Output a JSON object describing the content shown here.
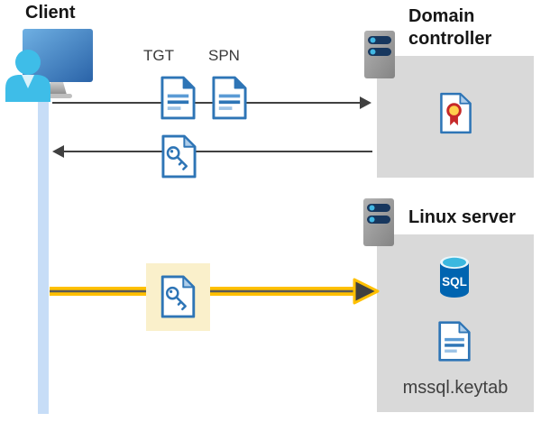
{
  "client": {
    "label": "Client"
  },
  "domain_controller": {
    "label": "Domain controller"
  },
  "linux_server": {
    "label": "Linux server"
  },
  "tickets": {
    "tgt": "TGT",
    "spn": "SPN"
  },
  "sql": {
    "icon_text": "SQL"
  },
  "keytab": {
    "label": "mssql.keytab"
  },
  "colors": {
    "document_blue": "#2E75B6",
    "document_blue_light": "#9DC3E6",
    "container_gray": "#D9D9D9",
    "highlight_yellow": "#FAF0CB",
    "arrow_dark": "#404040",
    "arrow_yellow": "#FFC000",
    "client_timeline_blue": "#C7DDF7",
    "sql_database_blue": "#0064B0",
    "certificate_red": "#C62828",
    "certificate_gold": "#FFD04D",
    "server_navy": "#17375E",
    "person_cyan": "#3EBDE8"
  }
}
